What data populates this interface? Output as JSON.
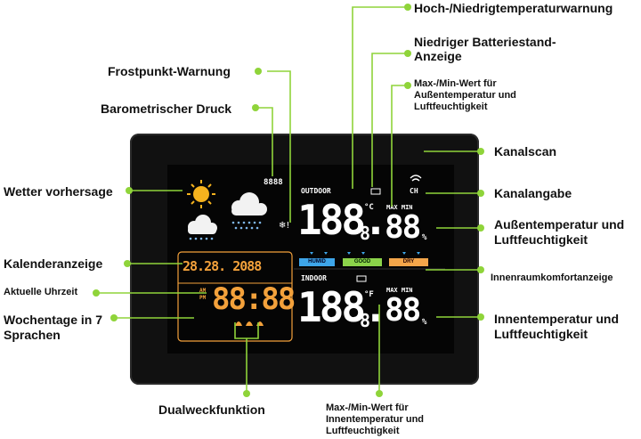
{
  "labels": {
    "high_low_warning": "Hoch-/Niedrigtemperaturwarnung",
    "low_battery_line1": "Niedriger Batteriestand-",
    "low_battery_line2": "Anzeige",
    "frost_warning": "Frostpunkt-Warnung",
    "maxmin_outdoor_line1": "Max-/Min-Wert für",
    "maxmin_outdoor_line2": "Außentemperatur und",
    "maxmin_outdoor_line3": "Luftfeuchtigkeit",
    "barometric": "Barometrischer Druck",
    "channel_scan": "Kanalscan",
    "forecast": "Wetter vorhersage",
    "channel_label": "Kanalangabe",
    "outdoor_temp_line1": "Außentemperatur und",
    "outdoor_temp_line2": "Luftfeuchtigkeit",
    "calendar": "Kalenderanzeige",
    "comfort": "Innenraumkomfortanzeige",
    "current_time": "Aktuelle Uhrzeit",
    "indoor_temp_line1": "Innentemperatur und",
    "indoor_temp_line2": "Luftfeuchtigkeit",
    "weekdays_line1": "Wochentage in 7",
    "weekdays_line2": "Sprachen",
    "dual_alarm": "Dualweckfunktion",
    "maxmin_indoor_line1": "Max-/Min-Wert für",
    "maxmin_indoor_line2": "Innentemperatur und",
    "maxmin_indoor_line3": "Luftfeuchtigkeit"
  },
  "display": {
    "outdoor": "OUTDOOR",
    "indoor": "INDOOR",
    "max_min": "MAX MIN",
    "temp_digits": "188.",
    "temp_decimal": "8",
    "humidity_digits": "88",
    "calendar_digits": "28.28. 2088",
    "time_digits": "88:88",
    "pressure_digits": "8888",
    "am": "AM",
    "pm": "PM",
    "channel": "CH",
    "deg_c": "°C",
    "deg_f": "°F",
    "percent": "%",
    "humid": "HUMID",
    "good": "GOOD",
    "dry": "DRY"
  },
  "colors": {
    "leader_line": "#8fd43a",
    "segment_white": "#ffffff",
    "segment_orange": "#f3a13b",
    "humid_tag": "#3ea6ea",
    "good_tag": "#8bd34a",
    "dry_tag": "#f4a64a"
  }
}
